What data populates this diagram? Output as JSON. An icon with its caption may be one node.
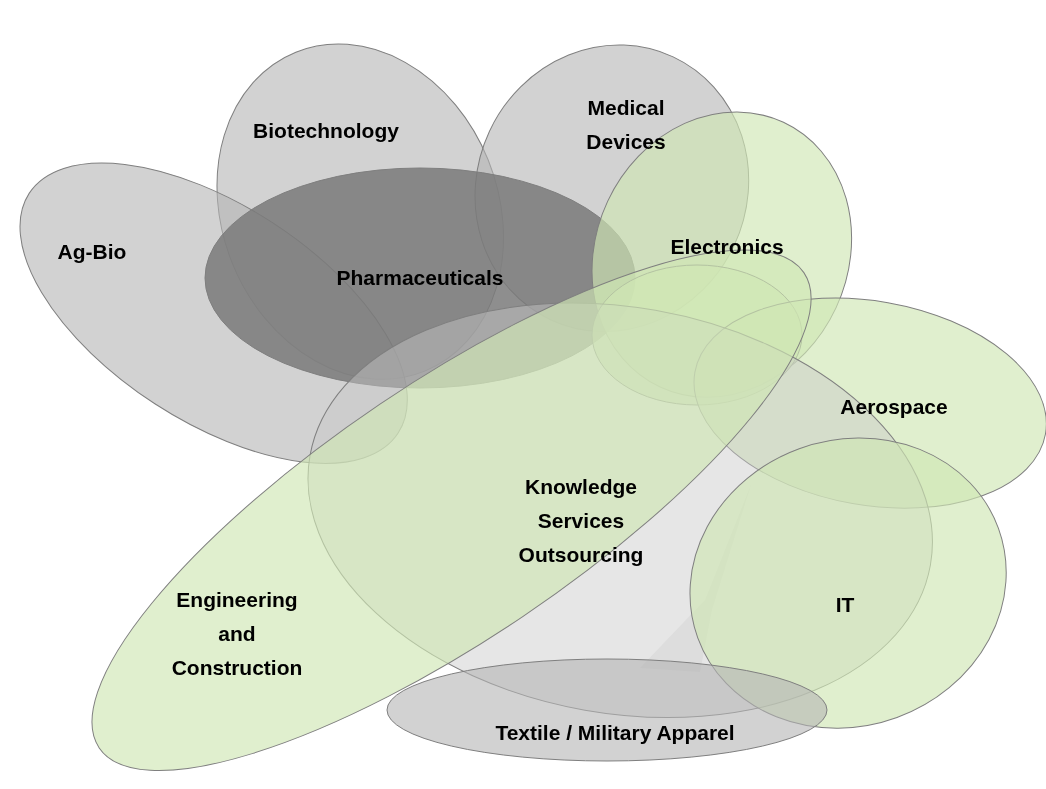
{
  "diagram": {
    "nodes": [
      {
        "text": [
          "Biotechnology"
        ]
      },
      {
        "text": [
          "Medical Devices"
        ]
      },
      {
        "text": [
          "Ag-Bio"
        ]
      },
      {
        "text": [
          "Pharmaceuticals"
        ]
      },
      {
        "text": [
          "Electronics"
        ]
      },
      {
        "text": [],
        "shape": "ellipse"
      },
      {
        "text": [
          "Aerospace"
        ]
      },
      {
        "text": [
          "Knowledge Services Outsourcing"
        ]
      },
      {
        "text": [
          "Engineering and Construction"
        ]
      },
      {
        "text": [
          "IT"
        ]
      },
      {
        "text": [
          "Textile / Military Apparel"
        ]
      }
    ]
  }
}
